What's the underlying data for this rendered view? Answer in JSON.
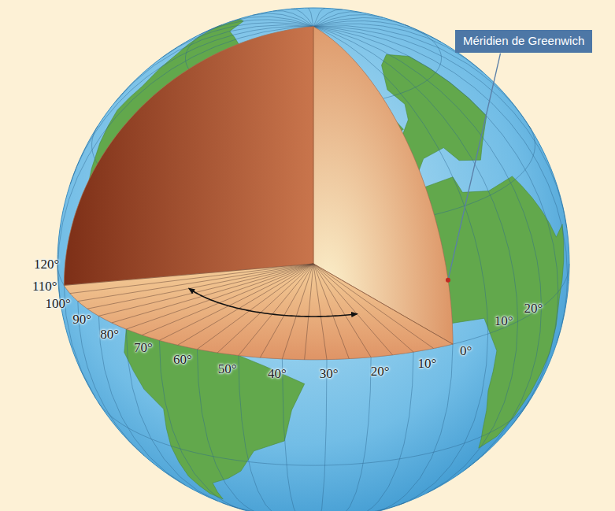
{
  "diagram": {
    "nodes": [
      {
        "text": [
          "Méridien de Greenwich"
        ]
      }
    ],
    "labels": [
      "120°",
      "110°",
      "100°",
      "90°",
      "80°",
      "70°",
      "60°",
      "50°",
      "40°",
      "30°",
      "20°",
      "10°",
      "0°",
      "20°",
      "10°"
    ]
  }
}
